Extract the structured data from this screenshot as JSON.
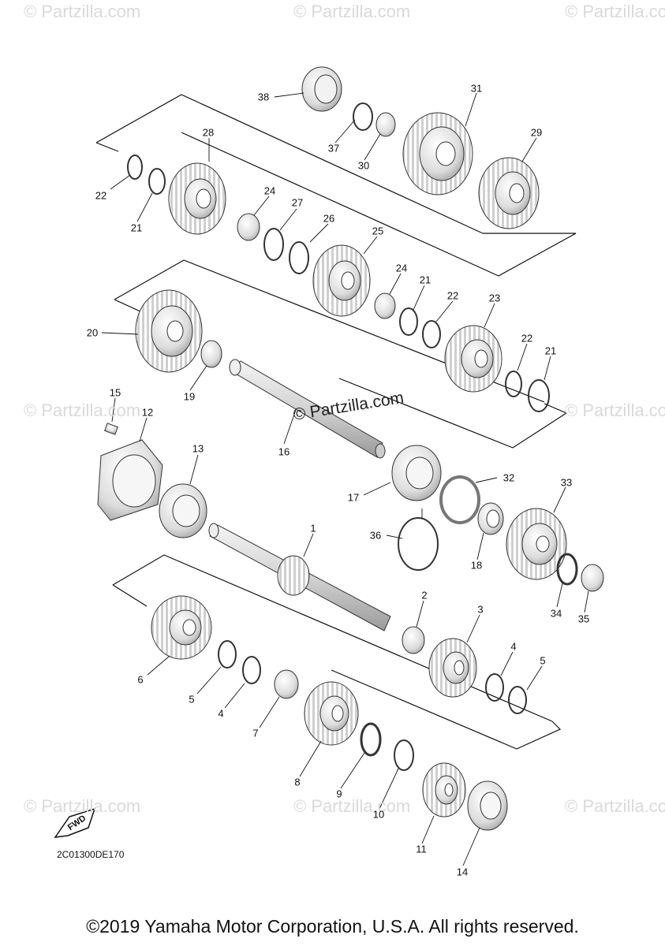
{
  "watermark": "© Partzilla.com",
  "center_watermark": "© Partzilla.com",
  "diagram_code": "2C01300DE170",
  "fwd_label": "FWD",
  "copyright": "©2019 Yamaha Motor Corporation, U.S.A. All rights reserved.",
  "callouts": [
    "38",
    "31",
    "37",
    "30",
    "29",
    "28",
    "22",
    "21",
    "24",
    "27",
    "26",
    "25",
    "24",
    "21",
    "22",
    "23",
    "20",
    "22",
    "21",
    "19",
    "15",
    "12",
    "16",
    "13",
    "17",
    "32",
    "33",
    "36",
    "18",
    "1",
    "34",
    "35",
    "2",
    "3",
    "4",
    "5",
    "6",
    "5",
    "4",
    "7",
    "8",
    "9",
    "10",
    "11",
    "14"
  ]
}
